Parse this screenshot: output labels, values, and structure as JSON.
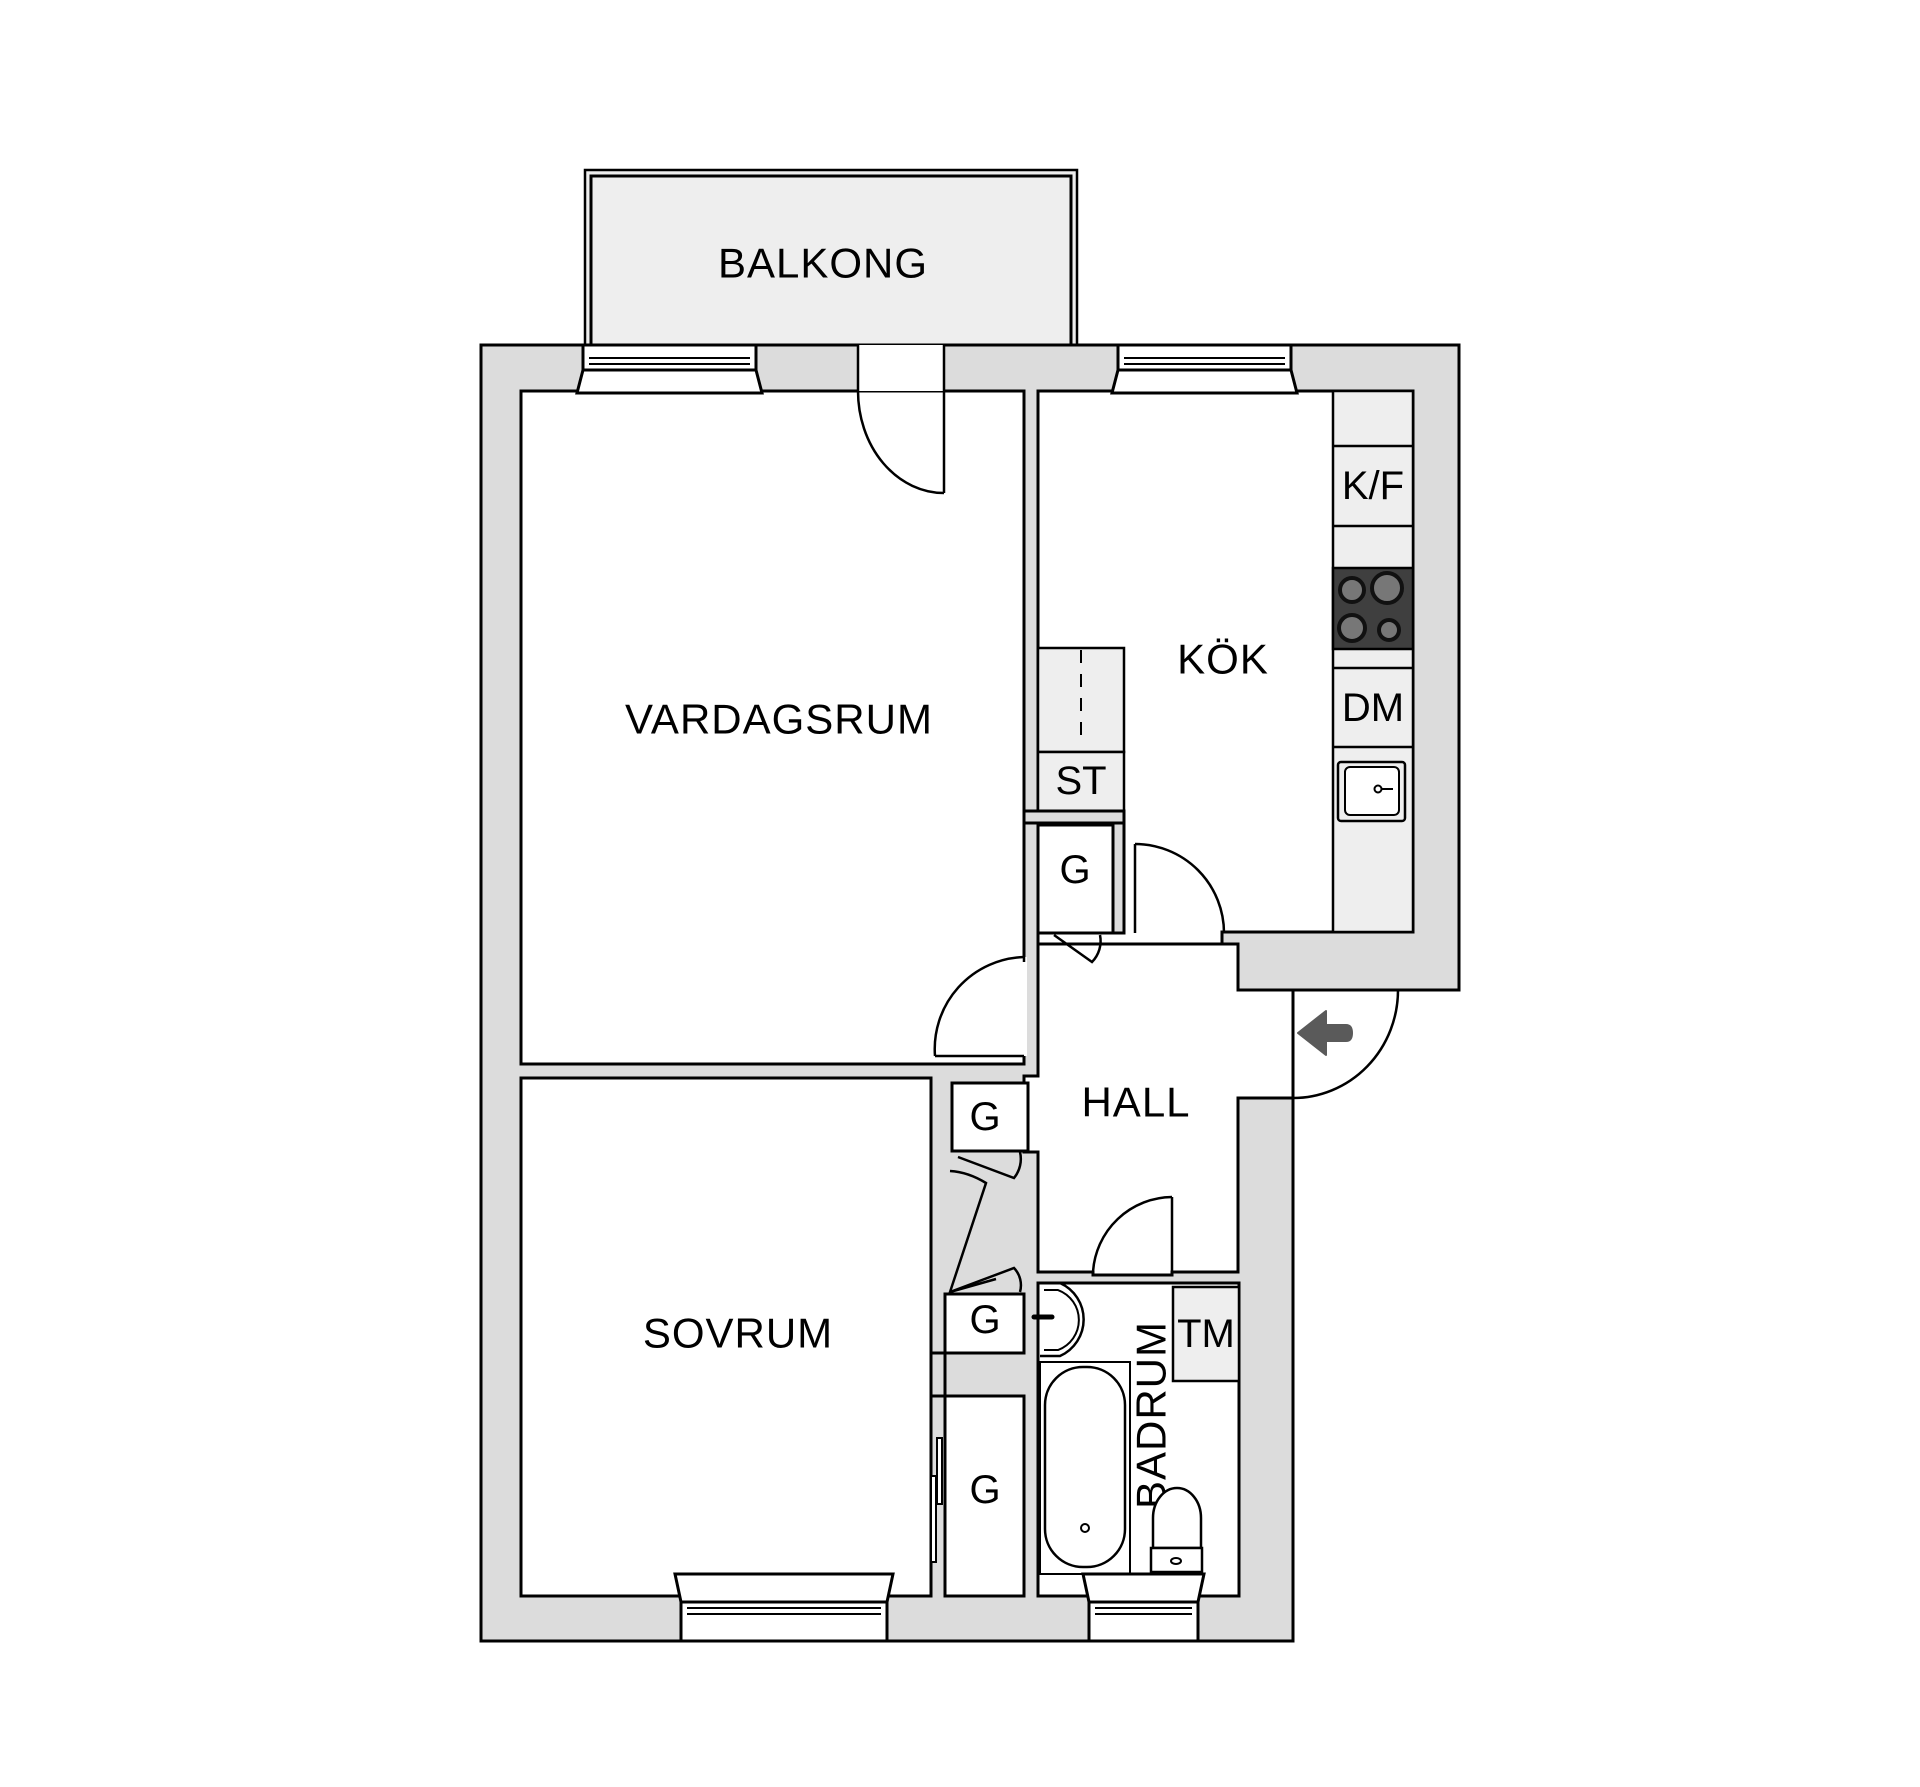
{
  "plan": {
    "rooms": {
      "balkong": "BALKONG",
      "vardagsrum": "VARDAGSRUM",
      "kok": "KÖK",
      "hall": "HALL",
      "sovrum": "SOVRUM",
      "badrum": "BADRUM"
    },
    "units": {
      "kf": "K/F",
      "dm": "DM",
      "st": "ST",
      "tm": "TM",
      "g_kitchen": "G",
      "g_hall_upper": "G",
      "g_hall_lower": "G",
      "g_bedroom": "G"
    },
    "icons": {
      "entrance": "entrance-arrow-left",
      "stove": "stove-four-burners",
      "sink": "kitchen-sink",
      "bathtub": "bathtub",
      "washbasin": "washbasin",
      "toilet": "toilet"
    },
    "colors": {
      "wall": "#dcdcdc",
      "fixture": "#eeeeee",
      "stove": "#3f3f3f",
      "arrow": "#5a5a5a",
      "line": "#000000"
    }
  }
}
